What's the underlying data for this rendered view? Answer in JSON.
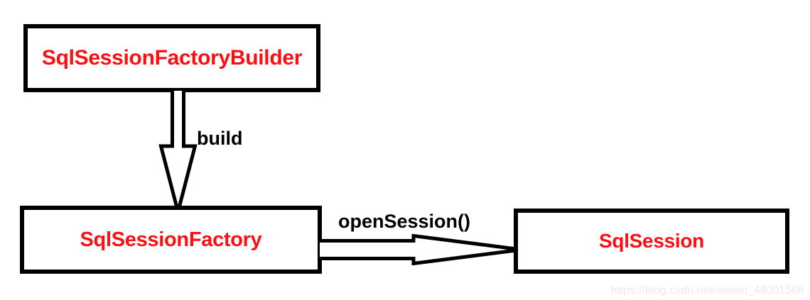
{
  "diagram": {
    "type": "uml-class-flow",
    "background_color": "#ffffff",
    "node_text_color": "#fb0f13",
    "edge_color": "#000000",
    "nodes": [
      {
        "id": "builder",
        "label": "SqlSessionFactoryBuilder"
      },
      {
        "id": "factory",
        "label": "SqlSessionFactory"
      },
      {
        "id": "session",
        "label": "SqlSession"
      }
    ],
    "edges": [
      {
        "id": "build",
        "label": "build",
        "from": "builder",
        "to": "factory",
        "direction": "down",
        "style": "hollow-arrow"
      },
      {
        "id": "open_session",
        "label": "openSession()",
        "from": "factory",
        "to": "session",
        "direction": "right",
        "style": "hollow-arrow"
      }
    ]
  },
  "watermark": {
    "text": "https://blog.csdn.net/weixin_44001568",
    "color": "#e9e9e9"
  }
}
